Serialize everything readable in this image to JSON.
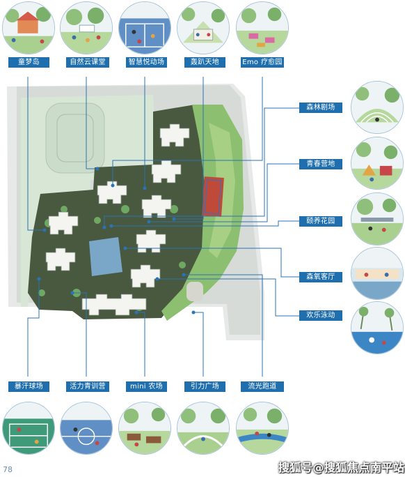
{
  "top_amenities": [
    {
      "label": "童梦岛",
      "icon": "playground-scene"
    },
    {
      "label": "自然云课堂",
      "icon": "outdoor-classroom-scene"
    },
    {
      "label": "智慧悦动场",
      "icon": "sports-court-scene"
    },
    {
      "label": "轰趴天地",
      "icon": "party-lawn-scene"
    },
    {
      "label": "Emo 疗愈园",
      "icon": "healing-garden-scene"
    }
  ],
  "right_amenities": [
    {
      "label": "森林剧场",
      "icon": "forest-theater-scene"
    },
    {
      "label": "青春营地",
      "icon": "youth-camp-scene"
    },
    {
      "label": "颐养花园",
      "icon": "elderly-garden-scene"
    },
    {
      "label": "森氧客厅",
      "icon": "oxygen-lounge-scene"
    },
    {
      "label": "欢乐泳动",
      "icon": "pool-scene"
    }
  ],
  "bottom_amenities": [
    {
      "label": "暴汗球场",
      "icon": "ball-court-scene"
    },
    {
      "label": "活力青训营",
      "icon": "training-camp-scene"
    },
    {
      "label": "mini 农场",
      "icon": "mini-farm-scene"
    },
    {
      "label": "引力广场",
      "icon": "plaza-scene"
    },
    {
      "label": "流光跑道",
      "icon": "running-track-scene"
    }
  ],
  "page_number": "78",
  "watermark": "搜狐号@搜狐焦点南平站",
  "colors": {
    "label_bg": "#1f6fae",
    "leader_line": "#2a73b5",
    "site_ground": "#dde3de",
    "greenery": "#6fa862"
  }
}
